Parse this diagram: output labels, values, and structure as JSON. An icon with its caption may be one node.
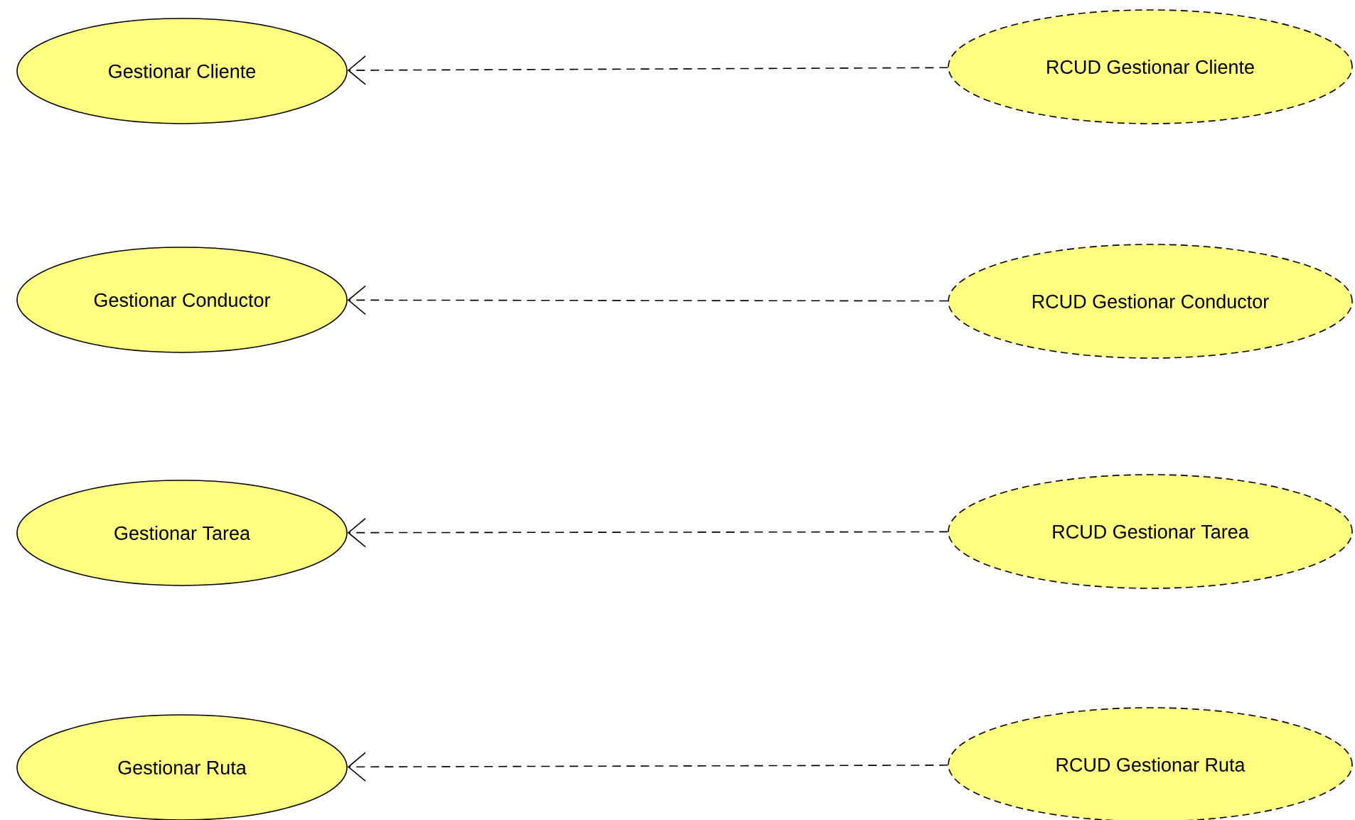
{
  "diagram": {
    "nodes": [
      {
        "text": [
          "Gestionar Cliente"
        ]
      },
      {
        "text": [
          "RCUD Gestionar Cliente"
        ]
      },
      {
        "text": [
          "Gestionar Conductor"
        ]
      },
      {
        "text": [
          "RCUD Gestionar Conductor"
        ]
      },
      {
        "text": [
          "Gestionar Tarea"
        ]
      },
      {
        "text": [
          "RCUD Gestionar Tarea"
        ]
      },
      {
        "text": [
          "Gestionar Ruta"
        ]
      },
      {
        "text": [
          "RCUD Gestionar Ruta"
        ]
      }
    ],
    "edges": [
      {
        "from": 1,
        "to": 0,
        "arrow": "to",
        "style": "dashed"
      },
      {
        "from": 3,
        "to": 2,
        "arrow": "to",
        "style": "dashed"
      },
      {
        "from": 5,
        "to": 4,
        "arrow": "to",
        "style": "dashed"
      },
      {
        "from": 7,
        "to": 6,
        "arrow": "to",
        "style": "dashed"
      }
    ]
  }
}
